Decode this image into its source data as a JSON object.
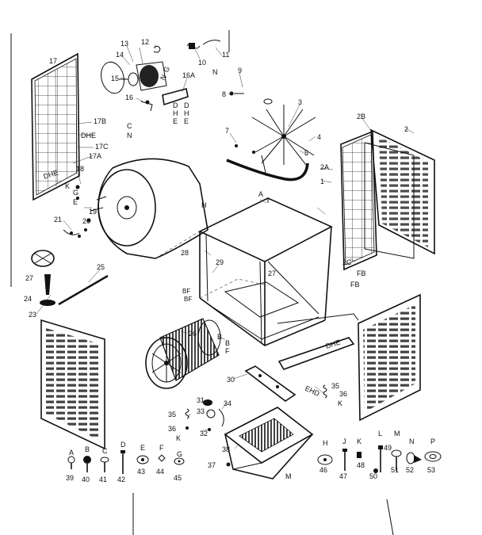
{
  "diagram": {
    "callouts": [
      {
        "id": "c17",
        "text": "17"
      },
      {
        "id": "c13",
        "text": "13"
      },
      {
        "id": "c12",
        "text": "12"
      },
      {
        "id": "c14",
        "text": "14"
      },
      {
        "id": "c15",
        "text": "15"
      },
      {
        "id": "cN1",
        "text": "N"
      },
      {
        "id": "cG1",
        "text": "G"
      },
      {
        "id": "c16A",
        "text": "16A"
      },
      {
        "id": "c16",
        "text": "16"
      },
      {
        "id": "cD1",
        "text": "D"
      },
      {
        "id": "cD2",
        "text": "D"
      },
      {
        "id": "cH1",
        "text": "H"
      },
      {
        "id": "cH2",
        "text": "H"
      },
      {
        "id": "cE1",
        "text": "E"
      },
      {
        "id": "cE2",
        "text": "E"
      },
      {
        "id": "c10",
        "text": "10"
      },
      {
        "id": "c11",
        "text": "11"
      },
      {
        "id": "cN2",
        "text": "N"
      },
      {
        "id": "c9",
        "text": "9"
      },
      {
        "id": "c8",
        "text": "8"
      },
      {
        "id": "c3",
        "text": "3"
      },
      {
        "id": "c17B",
        "text": "17B"
      },
      {
        "id": "cDHE1",
        "text": "DHE"
      },
      {
        "id": "c17C",
        "text": "17C"
      },
      {
        "id": "c17A",
        "text": "17A"
      },
      {
        "id": "cC1",
        "text": "C"
      },
      {
        "id": "cN3",
        "text": "N"
      },
      {
        "id": "c7",
        "text": "7"
      },
      {
        "id": "c4",
        "text": "4"
      },
      {
        "id": "c5",
        "text": "5"
      },
      {
        "id": "c2A",
        "text": "2A"
      },
      {
        "id": "c1",
        "text": "1"
      },
      {
        "id": "c2B",
        "text": "2B"
      },
      {
        "id": "c2",
        "text": "2"
      },
      {
        "id": "cDHE2",
        "text": "DHE"
      },
      {
        "id": "c18",
        "text": "18"
      },
      {
        "id": "cK1",
        "text": "K"
      },
      {
        "id": "cG2",
        "text": "G"
      },
      {
        "id": "cE3",
        "text": "E"
      },
      {
        "id": "c19",
        "text": "19"
      },
      {
        "id": "c20",
        "text": "20"
      },
      {
        "id": "c21",
        "text": "21"
      },
      {
        "id": "cA1",
        "text": "A"
      },
      {
        "id": "cH3",
        "text": "H"
      },
      {
        "id": "c28",
        "text": "28"
      },
      {
        "id": "c29",
        "text": "29"
      },
      {
        "id": "c27a",
        "text": "27"
      },
      {
        "id": "c2C",
        "text": "2C"
      },
      {
        "id": "cFB1",
        "text": "FB"
      },
      {
        "id": "cFB2",
        "text": "FB"
      },
      {
        "id": "c27b",
        "text": "27"
      },
      {
        "id": "c25",
        "text": "25"
      },
      {
        "id": "c24",
        "text": "24"
      },
      {
        "id": "c23",
        "text": "23"
      },
      {
        "id": "cBF1",
        "text": "BF"
      },
      {
        "id": "cBF2",
        "text": "BF"
      },
      {
        "id": "c26",
        "text": "26"
      },
      {
        "id": "cB1",
        "text": "B"
      },
      {
        "id": "cB2",
        "text": "B"
      },
      {
        "id": "cF1",
        "text": "F"
      },
      {
        "id": "cDHE3",
        "text": "DHE"
      },
      {
        "id": "c30",
        "text": "30"
      },
      {
        "id": "c35a",
        "text": "35"
      },
      {
        "id": "cEHD",
        "text": "EHD"
      },
      {
        "id": "c36a",
        "text": "36"
      },
      {
        "id": "cK2",
        "text": "K"
      },
      {
        "id": "c31",
        "text": "31"
      },
      {
        "id": "c34",
        "text": "34"
      },
      {
        "id": "c33",
        "text": "33"
      },
      {
        "id": "c35b",
        "text": "35"
      },
      {
        "id": "c36b",
        "text": "36"
      },
      {
        "id": "cK3",
        "text": "K"
      },
      {
        "id": "c32",
        "text": "32"
      },
      {
        "id": "c38",
        "text": "38"
      },
      {
        "id": "c37",
        "text": "37"
      },
      {
        "id": "cM1",
        "text": "M"
      }
    ],
    "hardware": [
      {
        "letter": "A",
        "number": "39"
      },
      {
        "letter": "B",
        "number": "40"
      },
      {
        "letter": "C",
        "number": "41"
      },
      {
        "letter": "D",
        "number": "42"
      },
      {
        "letter": "E",
        "number": "43"
      },
      {
        "letter": "F",
        "number": "44"
      },
      {
        "letter": "G",
        "number": "45"
      },
      {
        "letter": "H",
        "number": "46"
      },
      {
        "letter": "J",
        "number": "47"
      },
      {
        "letter": "K",
        "number": "48"
      },
      {
        "letter": "L",
        "number": "49"
      },
      {
        "letter": "",
        "number": "50"
      },
      {
        "letter": "M",
        "number": "51"
      },
      {
        "letter": "N",
        "number": "52"
      },
      {
        "letter": "P",
        "number": "53"
      }
    ]
  }
}
